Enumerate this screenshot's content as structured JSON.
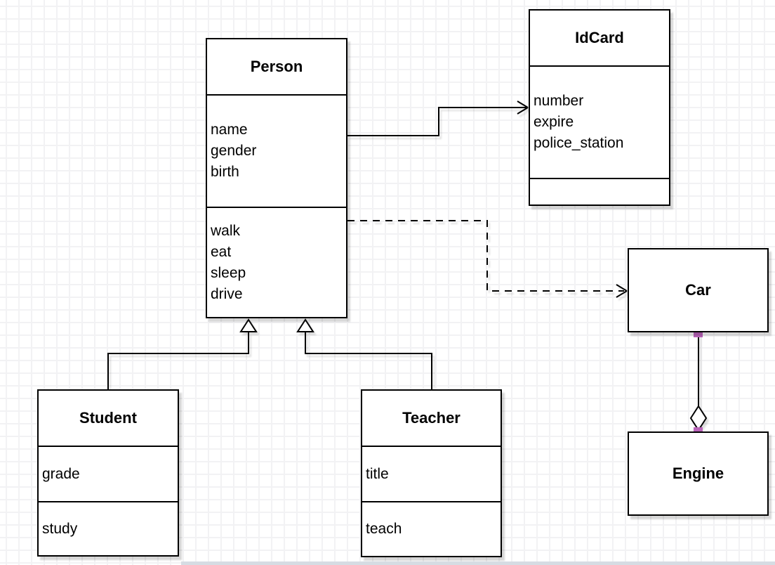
{
  "diagram": {
    "kind": "uml-class-diagram",
    "classes": [
      {
        "name": "Person",
        "attributes": [
          "name",
          "gender",
          "birth"
        ],
        "methods": [
          "walk",
          "eat",
          "sleep",
          "drive"
        ]
      },
      {
        "name": "IdCard",
        "attributes": [
          "number",
          "expire",
          "police_station"
        ],
        "methods": []
      },
      {
        "name": "Car",
        "attributes": [],
        "methods": []
      },
      {
        "name": "Engine",
        "attributes": [],
        "methods": []
      },
      {
        "name": "Student",
        "attributes": [
          "grade"
        ],
        "methods": [
          "study"
        ]
      },
      {
        "name": "Teacher",
        "attributes": [
          "title"
        ],
        "methods": [
          "teach"
        ]
      }
    ],
    "relationships": [
      {
        "from": "Person",
        "to": "IdCard",
        "type": "association",
        "line_style": "solid",
        "arrowhead": "open-arrow"
      },
      {
        "from": "Person",
        "to": "Car",
        "type": "dependency",
        "line_style": "dashed",
        "arrowhead": "open-arrow"
      },
      {
        "from": "Student",
        "to": "Person",
        "type": "generalization",
        "line_style": "solid",
        "arrowhead": "hollow-triangle"
      },
      {
        "from": "Teacher",
        "to": "Person",
        "type": "generalization",
        "line_style": "solid",
        "arrowhead": "hollow-triangle"
      },
      {
        "from": "Car",
        "to": "Engine",
        "type": "aggregation",
        "line_style": "solid",
        "arrowhead": "hollow-diamond",
        "endpoint_handles": true
      }
    ],
    "colors": {
      "shape_fill": "#ffffff",
      "shape_stroke": "#000000",
      "grid_line": "#f2f2f4",
      "endpoint_handle": "#b964b9",
      "canvas_background": "#ffffff"
    }
  }
}
